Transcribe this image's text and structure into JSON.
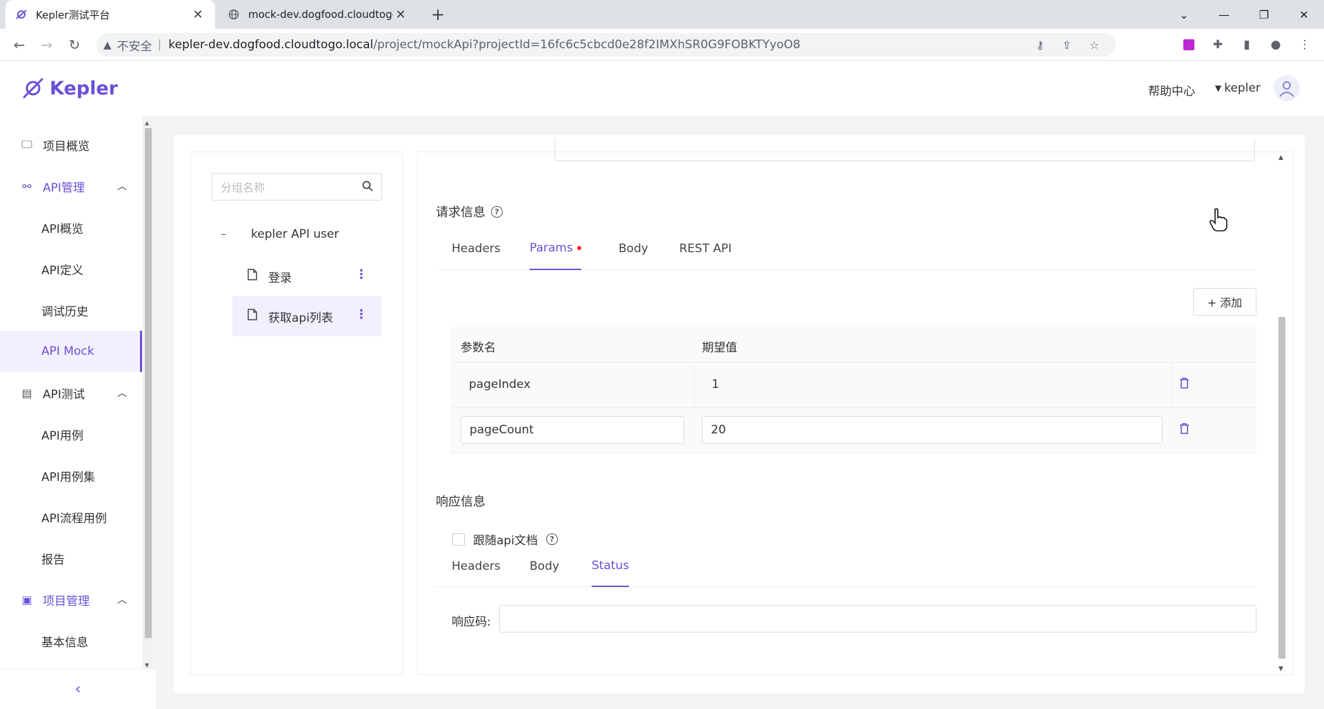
{
  "browser": {
    "tabs": [
      {
        "title": "Kepler测试平台",
        "active": true
      },
      {
        "title": "mock-dev.dogfood.cloudtogo",
        "active": false
      }
    ],
    "address": {
      "security_label": "不安全",
      "host": "kepler-dev.dogfood.cloudtogo.local",
      "path": "/project/mockApi?projectId=16fc6c5cbcd0e28f2IMXhSR0G9FOBKTYyoO8"
    },
    "icons": [
      "back-icon",
      "forward-icon",
      "reload-icon",
      "key-icon",
      "share-icon",
      "star-icon",
      "extension-icon",
      "puzzle-icon",
      "sidepanel-icon",
      "profile-icon",
      "menu-icon"
    ]
  },
  "header": {
    "logo_text": "Kepler",
    "help_label": "帮助中心",
    "username": "kepler",
    "accent_color": "#6b4fd8"
  },
  "sidebar": {
    "items": [
      {
        "label": "项目概览",
        "type": "group",
        "icon": "monitor-icon"
      },
      {
        "label": "API管理",
        "type": "group",
        "icon": "api-icon",
        "expanded": true
      },
      {
        "label": "API概览",
        "type": "sub"
      },
      {
        "label": "API定义",
        "type": "sub"
      },
      {
        "label": "调试历史",
        "type": "sub"
      },
      {
        "label": "API Mock",
        "type": "sub",
        "active": true
      },
      {
        "label": "API测试",
        "type": "group",
        "icon": "clipboard-icon",
        "expanded": true
      },
      {
        "label": "API用例",
        "type": "sub"
      },
      {
        "label": "API用例集",
        "type": "sub"
      },
      {
        "label": "API流程用例",
        "type": "sub"
      },
      {
        "label": "报告",
        "type": "sub"
      },
      {
        "label": "项目管理",
        "type": "group",
        "icon": "board-icon",
        "expanded": true
      },
      {
        "label": "基本信息",
        "type": "sub"
      }
    ],
    "collapse_icon": "chevron-left-icon"
  },
  "tree": {
    "search_placeholder": "分组名称",
    "root_label": "kepler API user",
    "leaves": [
      {
        "label": "登录",
        "active": false
      },
      {
        "label": "获取api列表",
        "active": true
      }
    ]
  },
  "detail": {
    "request_section_title": "请求信息",
    "request_tabs": [
      {
        "label": "Headers",
        "active": false
      },
      {
        "label": "Params",
        "active": true,
        "has_dot": true
      },
      {
        "label": "Body",
        "active": false
      },
      {
        "label": "REST API",
        "active": false
      }
    ],
    "add_button_label": "+ 添加",
    "params_table": {
      "columns": [
        "参数名",
        "期望值"
      ],
      "rows": [
        {
          "name": "pageIndex",
          "value": "1",
          "editing": false
        },
        {
          "name": "pageCount",
          "value": "20",
          "editing": true
        }
      ]
    },
    "response_section_title": "响应信息",
    "follow_api_doc_label": "跟随api文档",
    "response_tabs": [
      {
        "label": "Headers",
        "active": false
      },
      {
        "label": "Body",
        "active": false
      },
      {
        "label": "Status",
        "active": true
      }
    ],
    "response_code_label": "响应码:",
    "response_code_value": ""
  }
}
